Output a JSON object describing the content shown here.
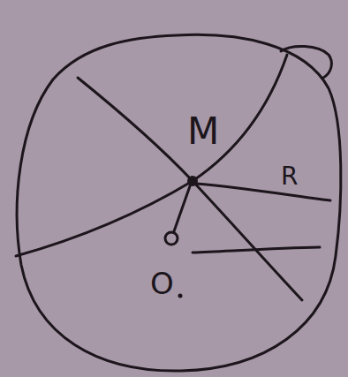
{
  "diagram": {
    "labels": [
      "M",
      "R",
      "O"
    ]
  }
}
